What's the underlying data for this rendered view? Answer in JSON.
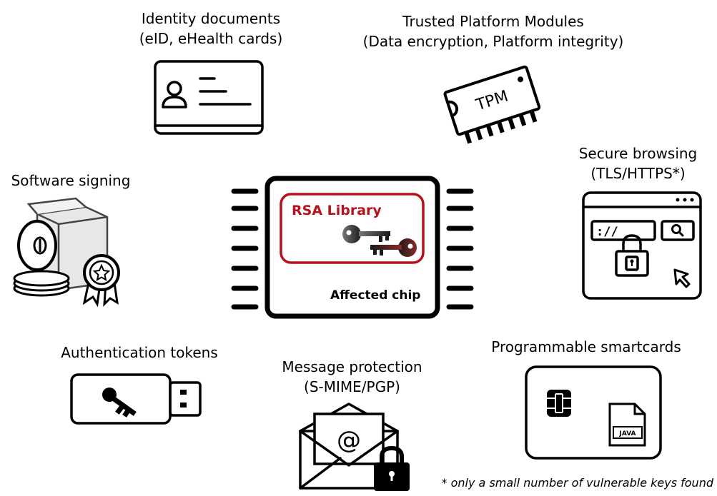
{
  "colors": {
    "accent": "#b5121b",
    "ink": "#000000",
    "background": "#ffffff"
  },
  "center": {
    "library_label": "RSA Library",
    "chip_label": "Affected chip",
    "icons": [
      "chip-icon",
      "keys-icon"
    ]
  },
  "items": {
    "identity": {
      "line1": "Identity documents",
      "line2": "(eID, eHealth cards)",
      "icon": "id-card-icon"
    },
    "tpm": {
      "line1": "Trusted Platform Modules",
      "line2": "(Data encryption, Platform integrity)",
      "icon": "tpm-chip-icon",
      "icon_text": "TPM"
    },
    "software": {
      "line1": "Software signing",
      "icon": "software-box-certificate-icon"
    },
    "browsing": {
      "line1": "Secure browsing",
      "line2": "(TLS/HTTPS*)",
      "icon": "browser-lock-icon",
      "url_text": "://"
    },
    "tokens": {
      "line1": "Authentication tokens",
      "icon": "usb-token-icon"
    },
    "message": {
      "line1": "Message protection",
      "line2": "(S-MIME/PGP)",
      "icon": "envelope-lock-icon",
      "icon_text": "@"
    },
    "smartcards": {
      "line1": "Programmable smartcards",
      "icon": "smartcard-icon",
      "file_text": "JAVA"
    }
  },
  "footnote": "* only a small number of vulnerable keys found"
}
